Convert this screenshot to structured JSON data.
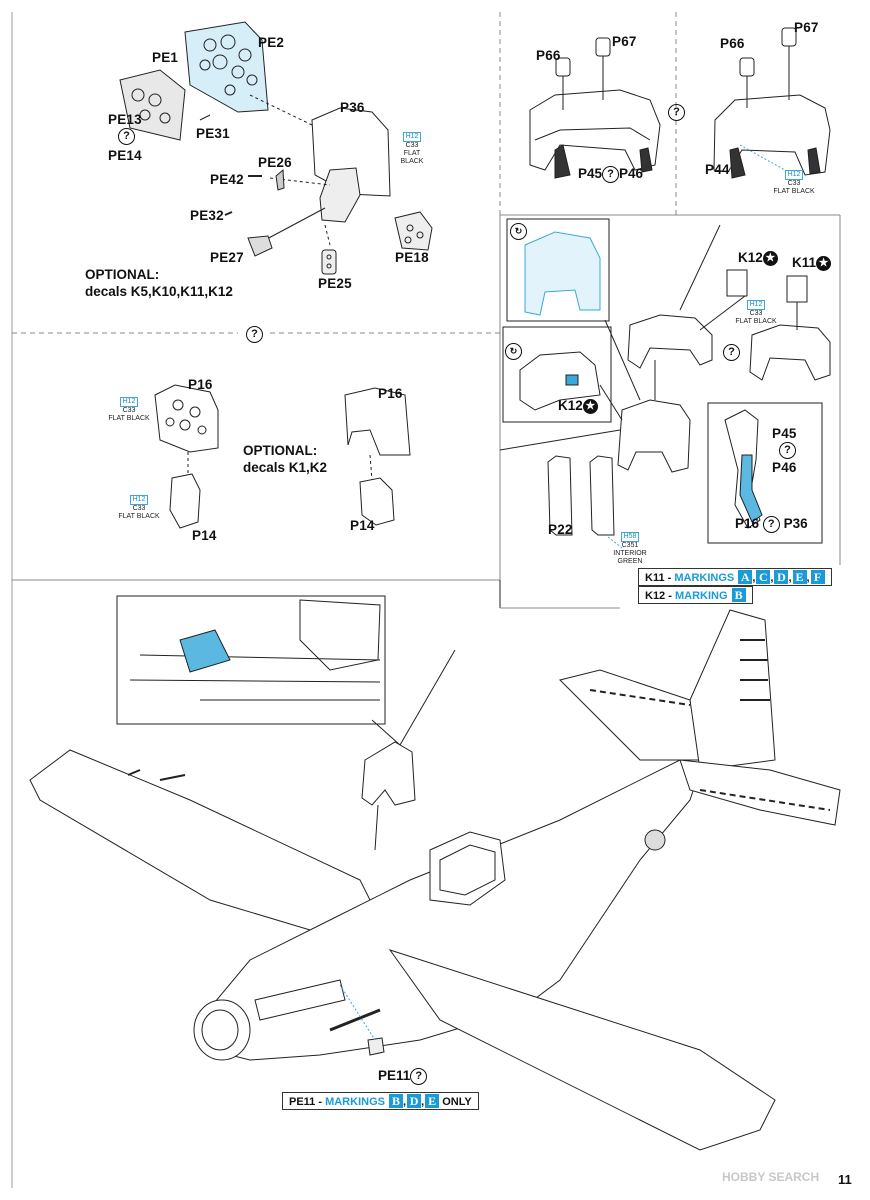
{
  "top_left_panel": {
    "labels": {
      "pe1": "PE1",
      "pe2": "PE2",
      "pe13": "PE13",
      "pe14": "PE14",
      "pe31": "PE31",
      "p36": "P36",
      "pe26": "PE26",
      "pe42": "PE42",
      "pe32": "PE32",
      "pe27": "PE27",
      "pe18": "PE18",
      "pe25": "PE25"
    },
    "paint": {
      "code": "H12",
      "sub": "C33",
      "name": "FLAT BLACK"
    },
    "optional_note": "OPTIONAL:\ndecals K5,K10,K11,K12"
  },
  "top_mid_panel": {
    "labels": {
      "p66": "P66",
      "p67": "P67",
      "p45": "P45",
      "p46": "P46"
    }
  },
  "top_right_panel": {
    "labels": {
      "p66": "P66",
      "p67": "P67",
      "p44": "P44"
    },
    "paint": {
      "code": "H12",
      "sub": "C33",
      "name": "FLAT BLACK"
    }
  },
  "right_assembly": {
    "labels": {
      "k12": "K12",
      "k11": "K11",
      "k12b": "K12",
      "p22": "P22",
      "p45": "P45",
      "p46": "P46",
      "p16": "P16",
      "p36": "P36"
    },
    "paint_black": {
      "code": "H12",
      "sub": "C33",
      "name": "FLAT BLACK"
    },
    "paint_green": {
      "code": "H58",
      "sub": "C351",
      "name": "INTERIOR GREEN"
    }
  },
  "markings_legend": {
    "k11_prefix": "K11 - ",
    "k11_word": "MARKINGS",
    "k11_letters": [
      "A",
      "C",
      "D",
      "E",
      "F"
    ],
    "k12_prefix": "K12 - ",
    "k12_word": "MARKING",
    "k12_letters": [
      "B"
    ]
  },
  "middle_left_panel": {
    "labels": {
      "p16a": "P16",
      "p14a": "P14",
      "p16b": "P16",
      "p14b": "P14"
    },
    "paint1": {
      "code": "H12",
      "sub": "C33",
      "name": "FLAT BLACK"
    },
    "paint2": {
      "code": "H12",
      "sub": "C33",
      "name": "FLAT BLACK"
    },
    "optional_note": "OPTIONAL:\ndecals K1,K2"
  },
  "bottom": {
    "pe11_label": "PE11",
    "pe11_prefix": "PE11 - ",
    "pe11_word": "MARKINGS",
    "pe11_letters": [
      "B",
      "D",
      "E"
    ],
    "pe11_suffix": " ONLY"
  },
  "watermark": "HOBBY SEARCH",
  "page_number": "11"
}
